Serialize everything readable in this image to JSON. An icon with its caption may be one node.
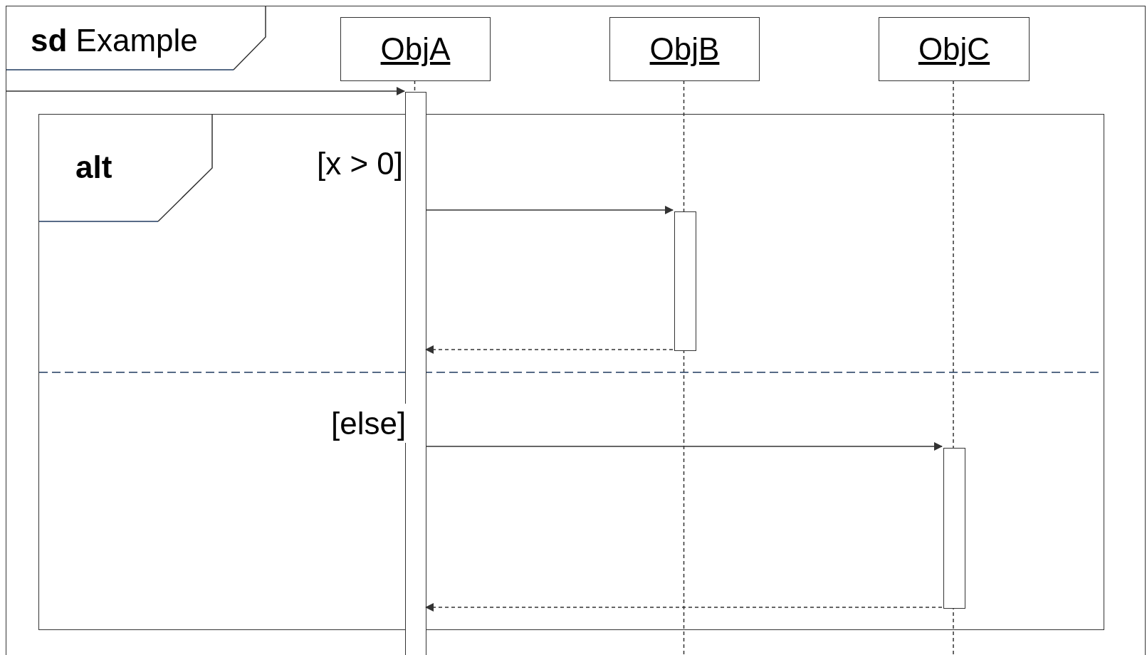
{
  "diagram": {
    "nodes": [
      {
        "text": [
          "**sd** Example"
        ]
      },
      {
        "text": [
          "ObjA"
        ],
        "in": 0
      },
      {
        "text": [
          "ObjB"
        ],
        "in": 0
      },
      {
        "text": [
          "ObjC"
        ],
        "in": 0
      },
      {
        "text": [
          "alt",
          "[x > 0]",
          "[else]"
        ],
        "in": 0
      },
      {
        "text": [],
        "shape": "bar",
        "in": 0
      },
      {
        "text": [],
        "shape": "bar",
        "in": 4
      },
      {
        "text": [],
        "shape": "bar",
        "in": 4
      }
    ],
    "edges": [
      {
        "from": null,
        "to": 5,
        "arrow": "to"
      },
      {
        "from": 5,
        "to": 6,
        "arrow": "to"
      },
      {
        "from": 6,
        "to": 5,
        "arrow": "to",
        "style": "dashed"
      },
      {
        "from": 5,
        "to": 7,
        "arrow": "to"
      },
      {
        "from": 7,
        "to": 5,
        "arrow": "to",
        "style": "dashed"
      }
    ]
  }
}
